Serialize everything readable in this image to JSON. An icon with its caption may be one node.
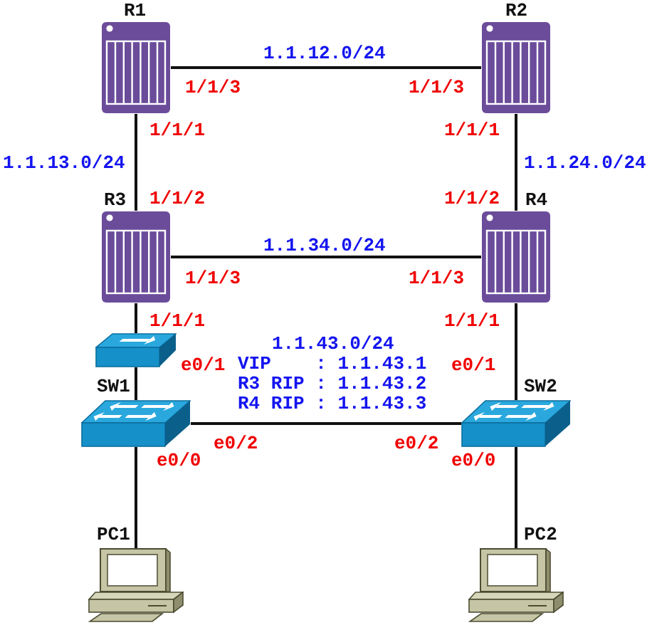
{
  "diagram": {
    "nodes": [
      {
        "text": [
          "R1"
        ],
        "beside": [
          "1/1/3",
          "1/1/1"
        ]
      },
      {
        "text": [
          "R2"
        ],
        "beside": [
          "1/1/3",
          "1/1/1"
        ]
      },
      {
        "text": [
          "R3"
        ],
        "beside": [
          "1/1/2",
          "1/1/3",
          "1/1/1"
        ]
      },
      {
        "text": [
          "R4"
        ],
        "beside": [
          "1/1/2",
          "1/1/3",
          "1/1/1"
        ]
      },
      {
        "text": [],
        "shape": "picture"
      },
      {
        "text": [
          "SW1"
        ],
        "beside": [
          "e0/1",
          "e0/2",
          "e0/0"
        ]
      },
      {
        "text": [
          "SW2"
        ],
        "beside": [
          "e0/1",
          "e0/2",
          "e0/0"
        ]
      },
      {
        "text": [
          "PC1"
        ]
      },
      {
        "text": [
          "PC2"
        ]
      }
    ],
    "edges": [
      {
        "from": 0,
        "to": 1,
        "arrow": "none",
        "label": "1.1.12.0/24"
      },
      {
        "from": 0,
        "to": 2,
        "arrow": "none",
        "label": "1.1.13.0/24"
      },
      {
        "from": 1,
        "to": 3,
        "arrow": "none",
        "label": "1.1.24.0/24"
      },
      {
        "from": 2,
        "to": 3,
        "arrow": "none",
        "label": "1.1.34.0/24"
      },
      {
        "from": 2,
        "to": 4,
        "arrow": "none"
      },
      {
        "from": 4,
        "to": 5,
        "arrow": "none"
      },
      {
        "from": 3,
        "to": 6,
        "arrow": "none"
      },
      {
        "from": 5,
        "to": 6,
        "arrow": "none"
      },
      {
        "from": 5,
        "to": 7,
        "arrow": "none"
      },
      {
        "from": 6,
        "to": 8,
        "arrow": "none"
      }
    ],
    "labels": [
      "1.1.43.0/24",
      "VIP    : 1.1.43.1",
      "R3 RIP : 1.1.43.2",
      "R4 RIP : 1.1.43.3"
    ]
  }
}
